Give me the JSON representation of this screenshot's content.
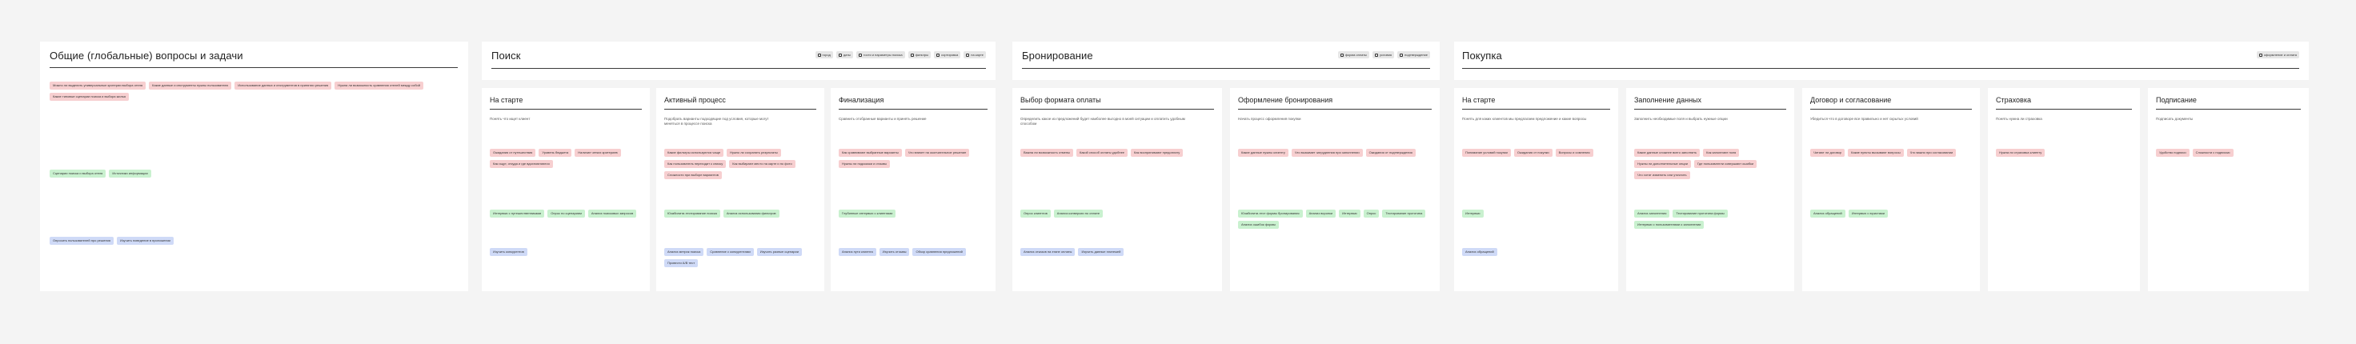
{
  "colors": {
    "red": "#f7cfd0",
    "green": "#c9f1cf",
    "blue": "#cfdaf7",
    "board": "#ffffff",
    "background": "#f4f4f4"
  },
  "global": {
    "title": "Общие (глобальные) вопросы и задачи",
    "red": [
      "Можно ли выделить универсальные критерии выбора отеля",
      "Какие данные и инструменты нужны пользователю",
      "Использование данных и инструментов в принятии решения",
      "Нужна ли возможность сравнения отелей между собой",
      "Какие типовые сценарии поиска и выбора жилья"
    ],
    "green": [
      "Сценарии поиска и выбора отеля",
      "Источники информации"
    ],
    "blue": [
      "Опросить пользователей про решения",
      "Изучить поведение в приложении"
    ]
  },
  "search": {
    "title": "Поиск",
    "header_tags": [
      {
        "icon": "pin-icon",
        "label": "город"
      },
      {
        "icon": "calendar-icon",
        "label": "даты"
      },
      {
        "icon": "people-icon",
        "label": "гости и параметры поиска"
      },
      {
        "icon": "filter-icon",
        "label": "фильтры"
      },
      {
        "icon": "sort-icon",
        "label": "сортировка"
      },
      {
        "icon": "map-icon",
        "label": "на карте"
      }
    ],
    "columns": [
      {
        "title": "На старте",
        "desc": "Понять что ищет клиент",
        "red": [
          "Ожидания от путешествия",
          "Уровень бюджета",
          "Наличие четких критериев",
          "Как ищут, откуда и где вдохновляются"
        ],
        "green": [
          "Интервью с путешественниками",
          "Опрос по сценариям",
          "Анализ поисковых запросов"
        ],
        "blue": [
          "Изучить конкурентов"
        ]
      },
      {
        "title": "Активный процесс",
        "desc": "Подобрать варианты подходящие под условия, которые могут меняться в процессе поиска",
        "red": [
          "Какие фильтры используются чаще",
          "Нужно ли сохранять результаты",
          "Как пользователь переходит к списку",
          "Как выбирают место на карте и по фото",
          "Сложности при выборе вариантов"
        ],
        "green": [
          "Юзабилити-тестирование поиска",
          "Анализ использования фильтров"
        ],
        "blue": [
          "Анализ метрик поиска",
          "Сравнение с конкурентами",
          "Изучить разные сценарии",
          "Провести A/B тест"
        ]
      },
      {
        "title": "Финализация",
        "desc": "Сравнить отобранные варианты и принять решение",
        "red": [
          "Как сравнивают выбранные варианты",
          "Что влияет на окончательное решение",
          "Нужны ли подсказки и отзывы"
        ],
        "green": [
          "Глубинные интервью с клиентами"
        ],
        "blue": [
          "Анализ пути клиента",
          "Изучить отзывы",
          "Обзор сравнения предложений"
        ]
      }
    ]
  },
  "booking": {
    "title": "Бронирование",
    "header_tags": [
      {
        "icon": "card-icon",
        "label": "форма оплаты"
      },
      {
        "icon": "doc-icon",
        "label": "условия"
      },
      {
        "icon": "check-icon",
        "label": "подтверждение"
      }
    ],
    "columns": [
      {
        "title": "Выбор формата оплаты",
        "desc": "Определить какое из предложений будет наиболее выгодно в моей ситуации и оплатить удобным способом",
        "red": [
          "Важна ли возможность отмены",
          "Какой способ оплаты удобнее",
          "Как воспринимают предоплату"
        ],
        "green": [
          "Опрос клиентов",
          "Анализ конверсии по оплате"
        ],
        "blue": [
          "Анализ отказов на этапе оплаты",
          "Изучить данные платежей"
        ]
      },
      {
        "title": "Оформление бронирования",
        "desc": "Начать процесс оформления покупки",
        "red": [
          "Какие данные нужны клиенту",
          "Что вызывает затруднения при заполнении",
          "Ожидания от подтверждения"
        ],
        "green": [
          "Юзабилити-тест формы бронирования",
          "Анализ воронки",
          "Интервью",
          "Опрос",
          "Тестирование прототипа",
          "Анализ ошибок формы"
        ]
      }
    ]
  },
  "purchase": {
    "title": "Покупка",
    "header_tags": [
      {
        "icon": "doc-icon",
        "label": "оформление и оплата"
      }
    ],
    "columns": [
      {
        "title": "На старте",
        "desc": "Понять для каких клиентов мы предлагаем предложение и какие вопросы",
        "red": [
          "Понимание условий покупки",
          "Ожидания от покупки",
          "Вопросы и сомнения"
        ],
        "green": [
          "Интервью"
        ],
        "blue": [
          "Анализ обращений"
        ]
      },
      {
        "title": "Заполнение данных",
        "desc": "Заполнить необходимые поля и выбрать нужные опции",
        "red": [
          "Какие данные сложнее всего заполнить",
          "Как заполняют поля",
          "Нужны ли дополнительные опции",
          "Где пользователи совершают ошибки",
          "Что хотят изменить или уточнить"
        ],
        "green": [
          "Анализ заполнения",
          "Тестирование прототипа формы",
          "Интервью с пользователями о заполнении"
        ]
      },
      {
        "title": "Договор и согласование",
        "desc": "Убедиться что в договоре все правильно и нет скрытых условий",
        "red": [
          "Читают ли договор",
          "Какие пункты вызывают вопросы",
          "Что важно при согласовании"
        ],
        "green": [
          "Анализ обращений",
          "Интервью с юристами"
        ]
      },
      {
        "title": "Страховка",
        "desc": "Понять нужна ли страховка",
        "red": [
          "Нужна ли страховка клиенту"
        ]
      },
      {
        "title": "Подписание",
        "desc": "Подписать документы",
        "red": [
          "Удобство подписи",
          "Сложности с подписью"
        ]
      }
    ]
  }
}
